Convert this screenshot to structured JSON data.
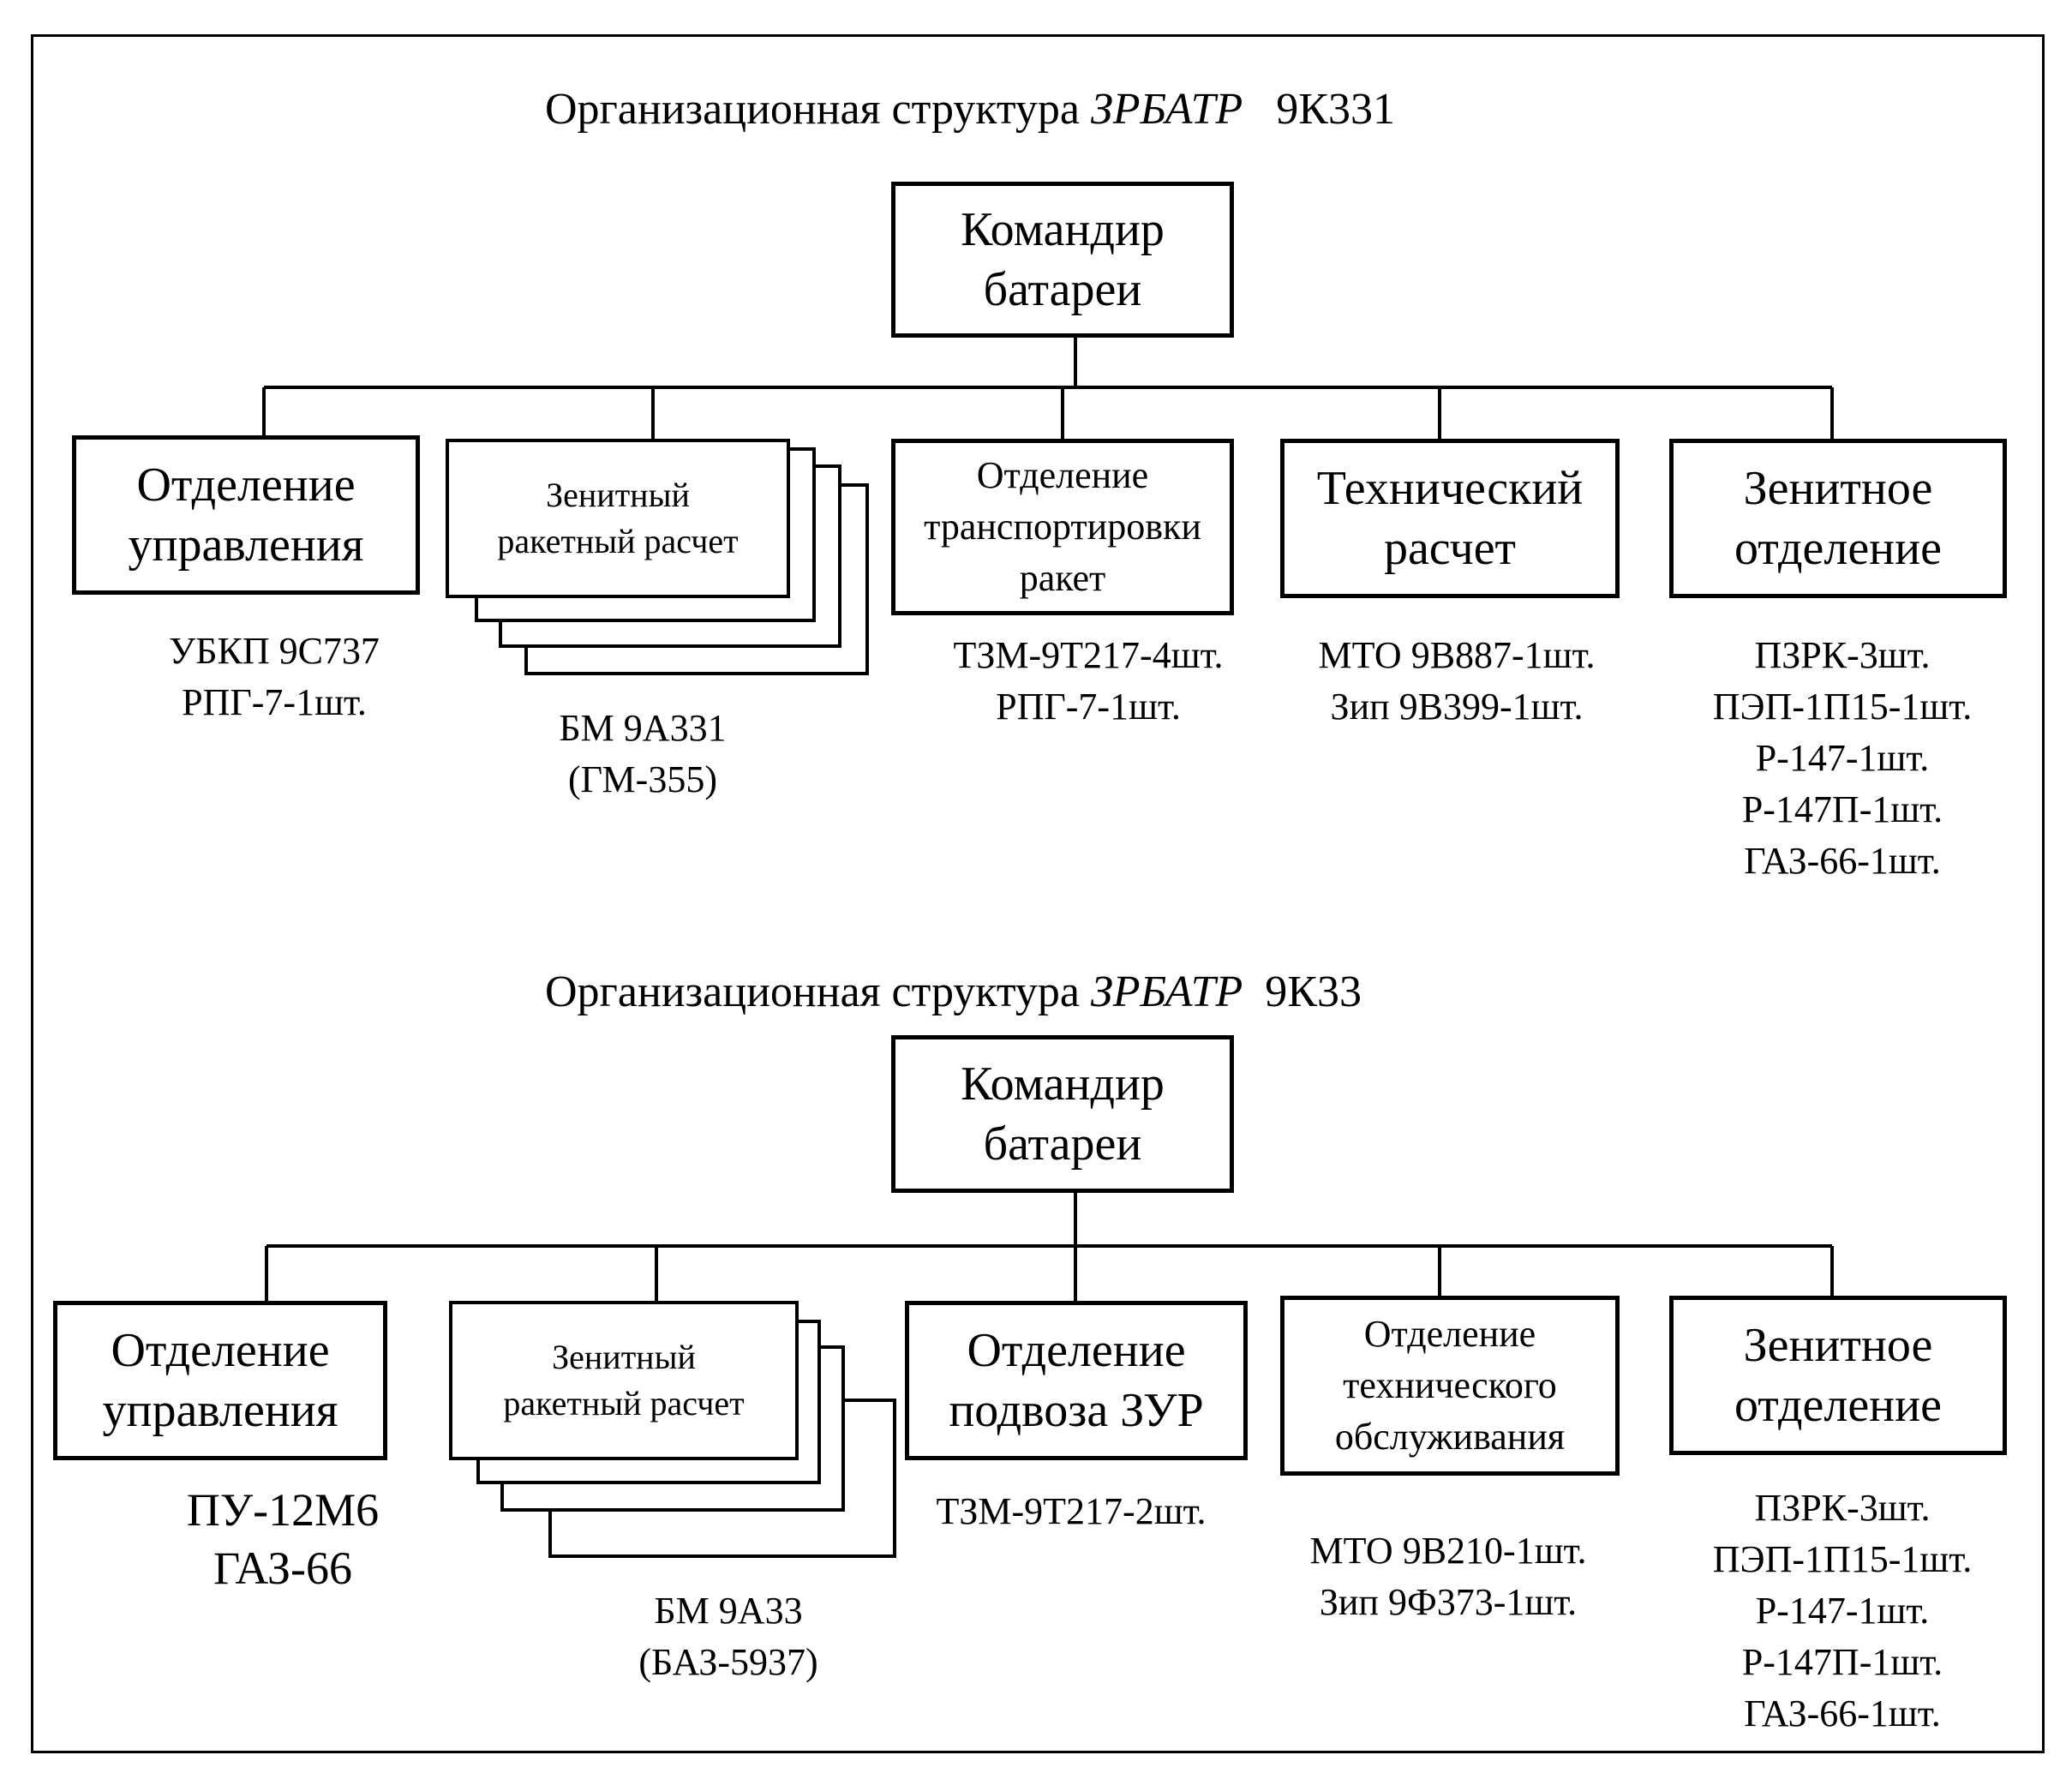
{
  "chart1": {
    "title_prefix": "Организационная структура",
    "title_italic": "ЗРБАТР",
    "title_suffix": "9К331",
    "commander": [
      "Командир",
      "батареи"
    ],
    "units": [
      {
        "label": [
          "Отделение",
          "управления"
        ],
        "equipment": [
          "УБКП  9С737",
          "РПГ-7-1шт."
        ]
      },
      {
        "label": [
          "Зенитный",
          "ракетный расчет"
        ],
        "equipment": [
          "БМ 9А331",
          "(ГМ-355)"
        ]
      },
      {
        "label": [
          "Отделение",
          "транспортировки",
          "ракет"
        ],
        "equipment": [
          "ТЗМ-9Т217-4шт.",
          "РПГ-7-1шт."
        ]
      },
      {
        "label": [
          "Технический",
          "расчет"
        ],
        "equipment": [
          "МТО 9В887-1шт.",
          "Зип 9В399-1шт."
        ]
      },
      {
        "label": [
          "Зенитное",
          "отделение"
        ],
        "equipment": [
          "ПЗРК-3шт.",
          "ПЭП-1П15-1шт.",
          "Р-147-1шт.",
          "Р-147П-1шт.",
          "ГАЗ-66-1шт."
        ]
      }
    ]
  },
  "chart2": {
    "title_prefix": "Организационная структура",
    "title_italic": "ЗРБАТР",
    "title_suffix": "9К33",
    "commander": [
      "Командир",
      "батареи"
    ],
    "units": [
      {
        "label": [
          "Отделение",
          "управления"
        ],
        "equipment": [
          "ПУ-12М6",
          "ГАЗ-66"
        ]
      },
      {
        "label": [
          "Зенитный",
          "ракетный расчет"
        ],
        "equipment": [
          "БМ 9А33",
          "(БАЗ-5937)"
        ]
      },
      {
        "label": [
          "Отделение",
          "подвоза ЗУР"
        ],
        "equipment": [
          "ТЗМ-9Т217-2шт."
        ]
      },
      {
        "label": [
          "Отделение",
          "технического",
          "обслуживания"
        ],
        "equipment": [
          "МТО 9В210-1шт.",
          "Зип 9Ф373-1шт."
        ]
      },
      {
        "label": [
          "Зенитное",
          "отделение"
        ],
        "equipment": [
          "ПЗРК-3шт.",
          "ПЭП-1П15-1шт.",
          "Р-147-1шт.",
          "Р-147П-1шт.",
          "ГАЗ-66-1шт."
        ]
      }
    ]
  }
}
